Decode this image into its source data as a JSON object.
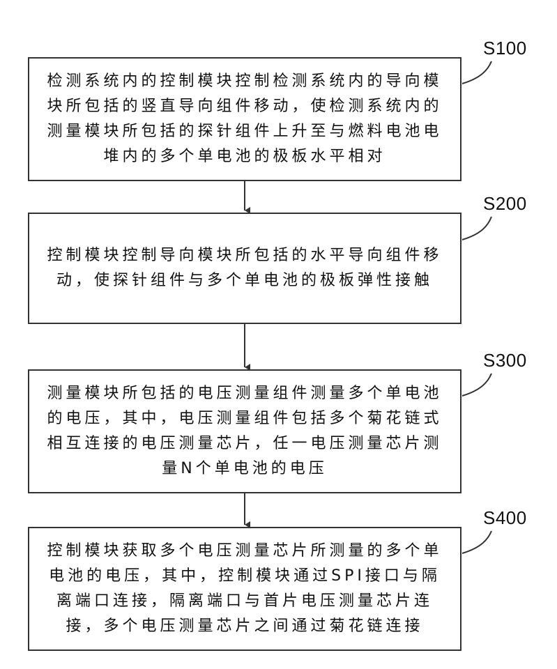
{
  "steps": [
    {
      "id": "S100",
      "label": "S100",
      "text": "检测系统内的控制模块控制检测系统内的导向模块所包括的竖直导向组件移动，使检测系统内的测量模块所包括的探针组件上升至与燃料电池电堆内的多个单电池的极板水平相对"
    },
    {
      "id": "S200",
      "label": "S200",
      "text": "控制模块控制导向模块所包括的水平导向组件移动，使探针组件与多个单电池的极板弹性接触"
    },
    {
      "id": "S300",
      "label": "S300",
      "text": "测量模块所包括的电压测量组件测量多个单电池的电压，其中，电压测量组件包括多个菊花链式相互连接的电压测量芯片，任一电压测量芯片测量N个单电池的电压"
    },
    {
      "id": "S400",
      "label": "S400",
      "text": "控制模块获取多个电压测量芯片所测量的多个单电池的电压，其中，控制模块通过SPI接口与隔离端口连接，隔离端口与首片电压测量芯片连接，多个电压测量芯片之间通过菊花链连接"
    }
  ],
  "colors": {
    "border": "#333333",
    "text": "#111111",
    "background": "#ffffff"
  }
}
